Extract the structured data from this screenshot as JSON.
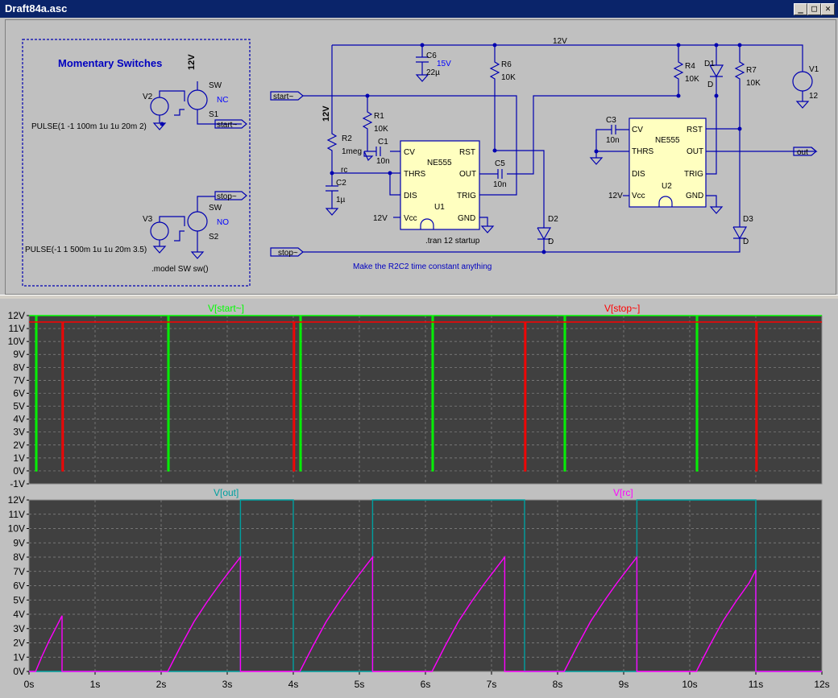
{
  "window": {
    "title": "Draft84a.asc",
    "buttons": [
      "_",
      "□",
      "✕"
    ]
  },
  "schematic": {
    "box_title": "Momentary Switches",
    "v2_label": "V2",
    "v2_pulse": "PULSE(1 -1 100m 1u 1u 20m 2)",
    "v3_label": "V3",
    "v3_pulse": "PULSE(-1 1 500m 1u 1u 20m 3.5)",
    "s1_label": "S1",
    "s1_model": "SW",
    "s1_state": "NC",
    "s2_label": "S2",
    "s2_model": "SW",
    "s2_state": "NO",
    "sw_model": ".model SW sw()",
    "v12_top": "12V",
    "net_start": "start~",
    "net_stop": "stop~",
    "net_out": "out",
    "net_rc": "rc",
    "rail_label": "12V",
    "c6_label": "C6",
    "c6_value": "22µ",
    "c6_voltage": "15V",
    "r6_label": "R6",
    "r6_value": "10K",
    "r4_label": "R4",
    "r4_value": "10K",
    "r7_label": "R7",
    "r7_value": "10K",
    "d1_label": "D1",
    "d1_model": "D",
    "d2_label": "D2",
    "d2_model": "D",
    "d3_label": "D3",
    "d3_model": "D",
    "v1_label": "V1",
    "v1_value": "12",
    "r1_label": "R1",
    "r1_value": "10K",
    "r2_label": "R2",
    "r2_value": "1meg",
    "r2_supply": "12V",
    "c1_label": "C1",
    "c1_value": "10n",
    "c2_label": "C2",
    "c2_value": "1µ",
    "c3_label": "C3",
    "c3_value": "10n",
    "c5_label": "C5",
    "c5_value": "10n",
    "u1": {
      "name": "U1",
      "part": "NE555",
      "pins": {
        "cv": "CV",
        "thrs": "THRS",
        "dis": "DIS",
        "vcc": "Vcc",
        "rst": "RST",
        "out": "OUT",
        "trig": "TRIG",
        "gnd": "GND"
      },
      "vcc_net": "12V"
    },
    "u2": {
      "name": "U2",
      "part": "NE555",
      "pins": {
        "cv": "CV",
        "thrs": "THRS",
        "dis": "DIS",
        "vcc": "Vcc",
        "rst": "RST",
        "out": "OUT",
        "trig": "TRIG",
        "gnd": "GND"
      },
      "vcc_net": "12V"
    },
    "tran": ".tran 12 startup",
    "comment": "Make the R2C2 time constant anything"
  },
  "chart_data": [
    {
      "type": "line",
      "ylim": [
        -1,
        12
      ],
      "xlim": [
        0,
        12
      ],
      "grid": true,
      "yticks": [
        "12V",
        "11V",
        "10V",
        "9V",
        "8V",
        "7V",
        "6V",
        "5V",
        "4V",
        "3V",
        "2V",
        "1V",
        "0V",
        "-1V"
      ],
      "series": [
        {
          "name": "V[start~]",
          "color": "#00ff00",
          "x": [
            0,
            0.1,
            0.1,
            0.12,
            0.12,
            2.1,
            2.1,
            2.12,
            2.12,
            4.1,
            4.1,
            4.12,
            4.12,
            6.1,
            6.1,
            6.12,
            6.12,
            8.1,
            8.1,
            8.12,
            8.12,
            10.1,
            10.1,
            10.12,
            10.12,
            12
          ],
          "y": [
            12,
            12,
            0,
            0,
            12,
            12,
            0,
            0,
            12,
            12,
            0,
            0,
            12,
            12,
            0,
            0,
            12,
            12,
            0,
            0,
            12,
            12,
            0,
            0,
            12,
            12
          ]
        },
        {
          "name": "V[stop~]",
          "color": "#ff0000",
          "x": [
            0,
            0.5,
            0.5,
            0.52,
            0.52,
            4.0,
            4.0,
            4.02,
            4.02,
            7.5,
            7.5,
            7.52,
            7.52,
            11.0,
            11.0,
            11.02,
            11.02,
            12
          ],
          "y": [
            11.5,
            11.5,
            0,
            0,
            11.5,
            11.5,
            0,
            0,
            11.5,
            11.5,
            0,
            0,
            11.5,
            11.5,
            0,
            0,
            11.5,
            11.5
          ]
        }
      ]
    },
    {
      "type": "line",
      "ylim": [
        0,
        12
      ],
      "xlim": [
        0,
        12
      ],
      "grid": true,
      "yticks": [
        "12V",
        "11V",
        "10V",
        "9V",
        "8V",
        "7V",
        "6V",
        "5V",
        "4V",
        "3V",
        "2V",
        "1V",
        "0V"
      ],
      "xticks": [
        "0s",
        "1s",
        "2s",
        "3s",
        "4s",
        "5s",
        "6s",
        "7s",
        "8s",
        "9s",
        "10s",
        "11s",
        "12s"
      ],
      "series": [
        {
          "name": "V[out]",
          "color": "#00a0a0",
          "x": [
            0,
            3.2,
            3.2,
            4.0,
            4.0,
            5.2,
            5.2,
            7.5,
            7.5,
            9.2,
            9.2,
            11.0,
            11.0,
            12
          ],
          "y": [
            0,
            0,
            12,
            12,
            0,
            0,
            12,
            12,
            0,
            0,
            12,
            12,
            0,
            0
          ]
        },
        {
          "name": "V[rc]",
          "color": "#ff00ff",
          "x": [
            0,
            0.1,
            0.2,
            0.3,
            0.4,
            0.5,
            0.5,
            2.1,
            2.3,
            2.5,
            2.7,
            2.9,
            3.1,
            3.2,
            3.2,
            4.1,
            4.3,
            4.5,
            4.7,
            4.9,
            5.1,
            5.2,
            5.2,
            6.1,
            6.3,
            6.5,
            6.7,
            6.9,
            7.1,
            7.2,
            7.2,
            8.1,
            8.3,
            8.5,
            8.7,
            8.9,
            9.1,
            9.2,
            9.2,
            10.1,
            10.3,
            10.5,
            10.7,
            10.9,
            11.0,
            11.0,
            12
          ],
          "y": [
            0,
            0,
            1.1,
            2.1,
            3.0,
            3.9,
            0,
            0,
            1.8,
            3.5,
            4.9,
            6.2,
            7.4,
            8.0,
            0,
            0,
            1.8,
            3.5,
            4.9,
            6.2,
            7.4,
            8.0,
            0,
            0,
            1.8,
            3.5,
            4.9,
            6.2,
            7.4,
            8.0,
            0,
            0,
            1.8,
            3.5,
            4.9,
            6.2,
            7.4,
            8.0,
            0,
            0,
            1.8,
            3.5,
            4.9,
            6.2,
            7.1,
            0,
            0
          ]
        }
      ]
    }
  ]
}
